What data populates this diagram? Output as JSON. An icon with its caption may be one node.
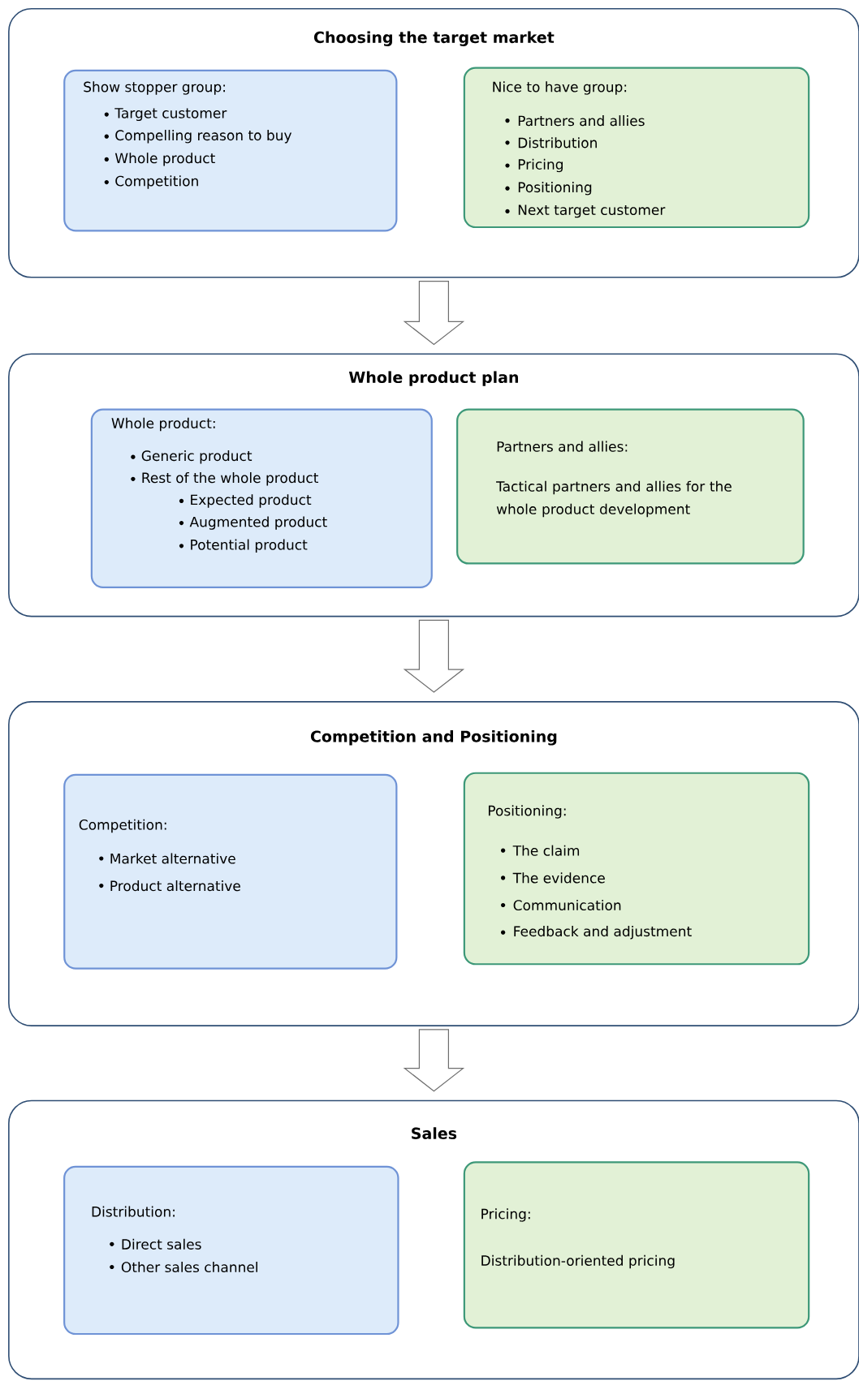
{
  "diagram": {
    "nodes": [
      {
        "text": [
          "Choosing the target market"
        ]
      },
      {
        "text": [
          "Show stopper group:",
          "Target customer",
          "Compelling reason to buy",
          "Whole product",
          "Competition"
        ],
        "in": 0
      },
      {
        "text": [
          "Nice to have group:",
          "Partners and allies",
          "Distribution",
          "Pricing",
          "Positioning",
          "Next target customer"
        ],
        "in": 0
      },
      {
        "text": [
          "Whole product plan"
        ]
      },
      {
        "text": [
          "Whole product:",
          "Generic product",
          "Rest of the whole product",
          "Expected product",
          "Augmented product",
          "Potential product"
        ],
        "in": 3
      },
      {
        "text": [
          "Partners and allies:",
          "Tactical partners and allies for the whole product development"
        ],
        "in": 3
      },
      {
        "text": [
          "Competition and Positioning"
        ]
      },
      {
        "text": [
          "Competition:",
          "Market alternative",
          "Product alternative"
        ],
        "in": 6
      },
      {
        "text": [
          "Positioning:",
          "The claim",
          "The evidence",
          "Communication",
          "Feedback and adjustment"
        ],
        "in": 6
      },
      {
        "text": [
          "Sales"
        ]
      },
      {
        "text": [
          "Distribution:",
          "Direct sales",
          "Other sales channel"
        ],
        "in": 9
      },
      {
        "text": [
          "Pricing:",
          "Distribution-oriented pricing"
        ],
        "in": 9
      }
    ],
    "edges": [
      {
        "from": 0,
        "to": 3,
        "arrow": "to"
      },
      {
        "from": 3,
        "to": 6,
        "arrow": "to"
      },
      {
        "from": 6,
        "to": 9,
        "arrow": "to"
      }
    ]
  }
}
